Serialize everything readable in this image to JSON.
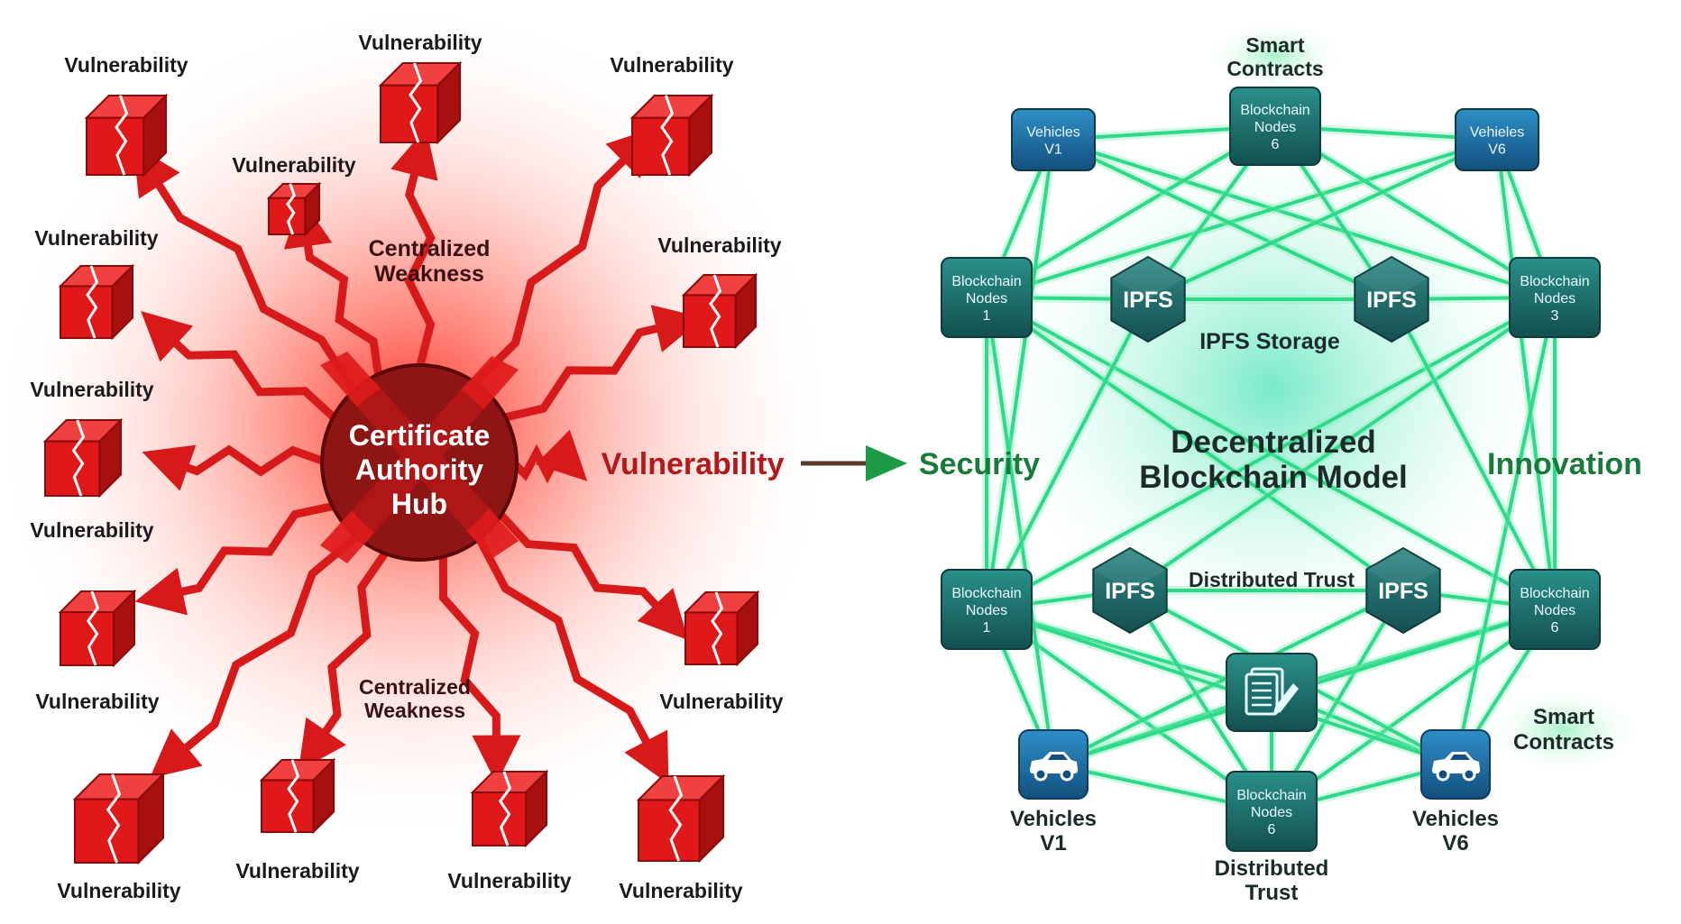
{
  "hub": {
    "line1": "Certificate",
    "line2": "Authority",
    "line3": "Hub"
  },
  "vuln_label": "Vulnerability",
  "center_vuln": "Vulnerability",
  "weak_top": {
    "line1": "Centralized",
    "line2": "Weakness"
  },
  "weak_bottom": {
    "line1": "Centralized",
    "line2": "Weakness"
  },
  "security": "Security",
  "innovation": "Innovation",
  "model_title": {
    "line1": "Decentralized",
    "line2": "Blockchain Model"
  },
  "ipfs_storage": "IPFS Storage",
  "distributed_mid": "Distributed Trust",
  "smart_top": {
    "line1": "Smart",
    "line2": "Contracts"
  },
  "smart_right": {
    "line1": "Smart",
    "line2": "Contracts"
  },
  "distributed_bottom": {
    "line1": "Distributed",
    "line2": "Trust"
  },
  "ipfs": "IPFS",
  "nodes": {
    "v1_top": {
      "l1": "Vehicles",
      "l2": "V1"
    },
    "v6_top": {
      "l1": "Vehieles",
      "l2": "V6"
    },
    "bn_top": {
      "l1": "Blockchain",
      "l2": "Nodes",
      "l3": "6"
    },
    "bn_left_up": {
      "l1": "Blockchain",
      "l2": "Nodes",
      "l3": "1"
    },
    "bn_right_up": {
      "l1": "Blockchain",
      "l2": "Nodes",
      "l3": "3"
    },
    "bn_left_low": {
      "l1": "Blockchain",
      "l2": "Nodes",
      "l3": "1"
    },
    "bn_right_low": {
      "l1": "Blockchain",
      "l2": "Nodes",
      "l3": "6"
    },
    "bn_bottom": {
      "l1": "Blockchain",
      "l2": "Nodes",
      "l3": "6"
    }
  },
  "vehicles_bottom_left": {
    "line1": "Vehicles",
    "line2": "V1"
  },
  "vehicles_bottom_right": {
    "line1": "Vehicles",
    "line2": "V6"
  },
  "icons": [
    "broken-cube-icon",
    "lightning-arrow-icon",
    "cross-icon",
    "ipfs-hexagon-icon",
    "car-icon",
    "document-edit-icon",
    "green-arrow-icon"
  ],
  "colors": {
    "red": "#d8191a",
    "dark_red": "#7a0e0e",
    "hub": "#8f1414",
    "green": "#1d8c43",
    "mesh": "#34e08a",
    "teal": "#1b6c6c",
    "blue": "#1b6fa8"
  }
}
